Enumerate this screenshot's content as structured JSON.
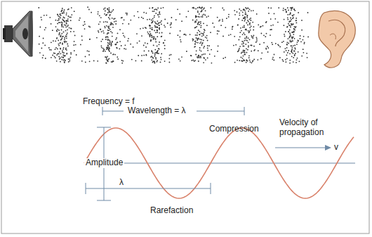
{
  "diagram": {
    "labels": [
      "Frequency = f",
      "Wavelength = λ",
      "Compression",
      "Velocity of propagation",
      "v",
      "Amplitude",
      "λ",
      "Rarefaction"
    ]
  }
}
